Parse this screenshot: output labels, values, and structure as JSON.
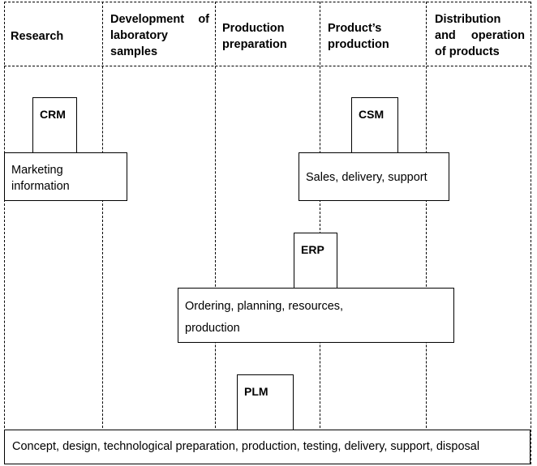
{
  "columns": [
    {
      "label": "Research"
    },
    {
      "label": "Development of laboratory samples"
    },
    {
      "label": "Production preparation"
    },
    {
      "label": "Product’s production"
    },
    {
      "label": "Distribution and operation of products"
    }
  ],
  "systems": {
    "crm": {
      "label": "CRM",
      "description": "Marketing information"
    },
    "csm": {
      "label": "CSM",
      "description": "Sales, delivery, support"
    },
    "erp": {
      "label": "ERP",
      "description_line1": "Ordering, planning, resources,",
      "description_line2": "production"
    },
    "plm": {
      "label": "PLM",
      "description": "Concept, design, technological preparation, production, testing, delivery, support, disposal"
    }
  }
}
